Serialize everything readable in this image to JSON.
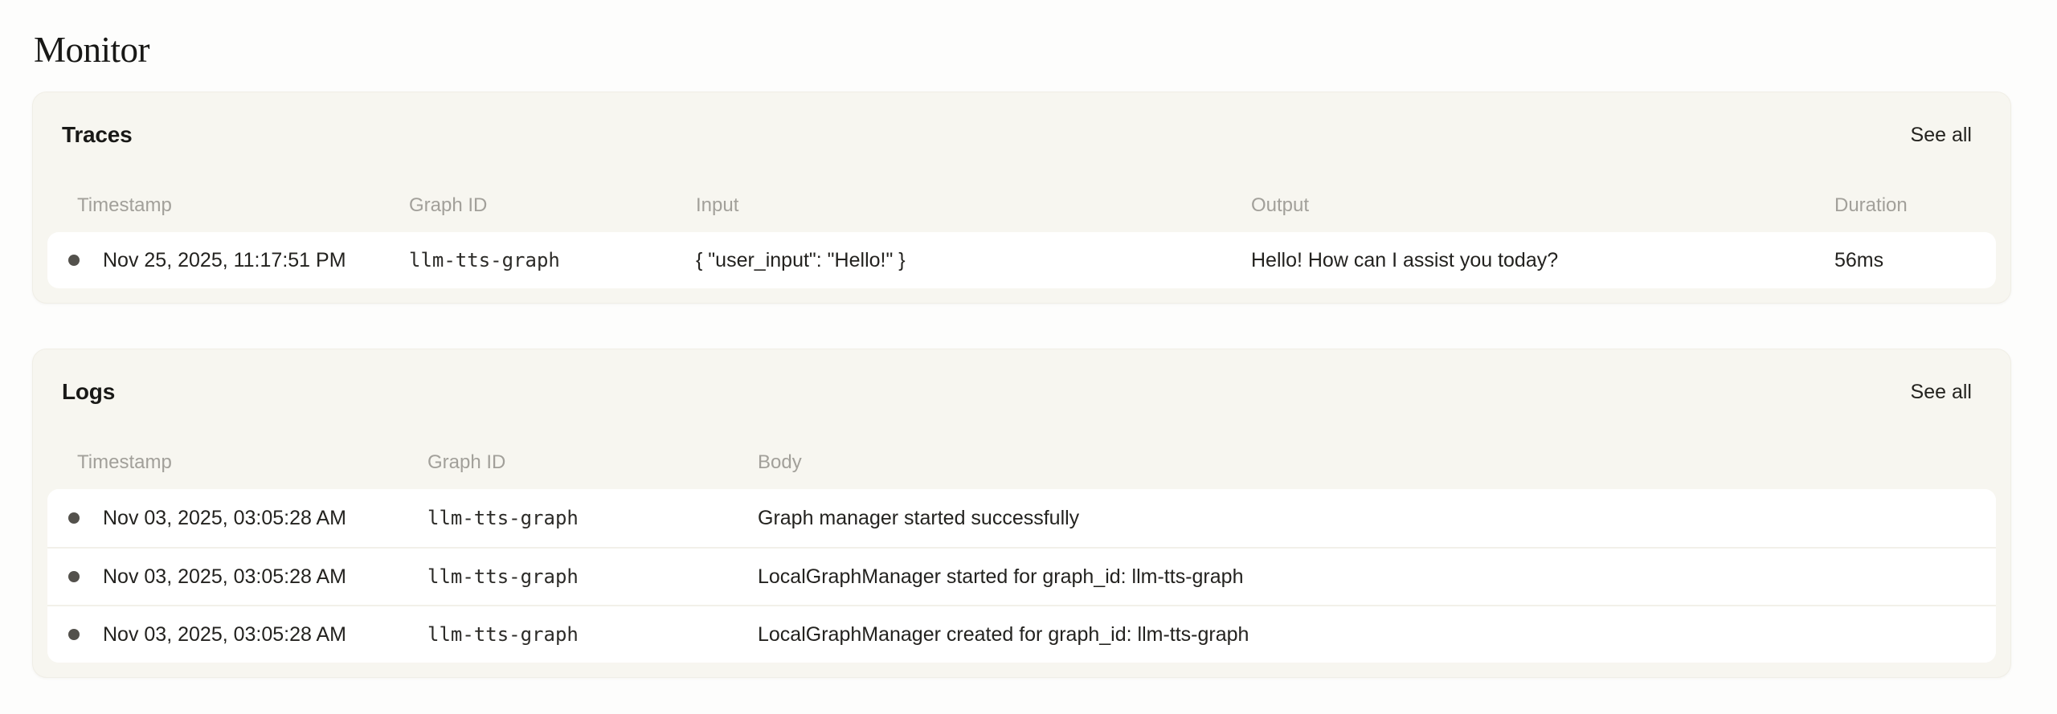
{
  "page": {
    "title": "Monitor"
  },
  "colors": {
    "card_background": "#f7f6f0",
    "row_background": "#ffffff",
    "status_dot": "#53514c",
    "header_text": "#a2a09a"
  },
  "traces": {
    "heading": "Traces",
    "see_all": "See all",
    "columns": [
      "Timestamp",
      "Graph ID",
      "Input",
      "Output",
      "Duration"
    ],
    "rows": [
      {
        "timestamp": "Nov 25, 2025, 11:17:51 PM",
        "graph_id": "llm-tts-graph",
        "input": "{ \"user_input\": \"Hello!\" }",
        "output": "Hello! How can I assist you today?",
        "duration": "56ms"
      }
    ]
  },
  "logs": {
    "heading": "Logs",
    "see_all": "See all",
    "columns": [
      "Timestamp",
      "Graph ID",
      "Body"
    ],
    "rows": [
      {
        "timestamp": "Nov 03, 2025, 03:05:28 AM",
        "graph_id": "llm-tts-graph",
        "body": "Graph manager started successfully"
      },
      {
        "timestamp": "Nov 03, 2025, 03:05:28 AM",
        "graph_id": "llm-tts-graph",
        "body": "LocalGraphManager started for graph_id: llm-tts-graph"
      },
      {
        "timestamp": "Nov 03, 2025, 03:05:28 AM",
        "graph_id": "llm-tts-graph",
        "body": "LocalGraphManager created for graph_id: llm-tts-graph"
      }
    ]
  }
}
